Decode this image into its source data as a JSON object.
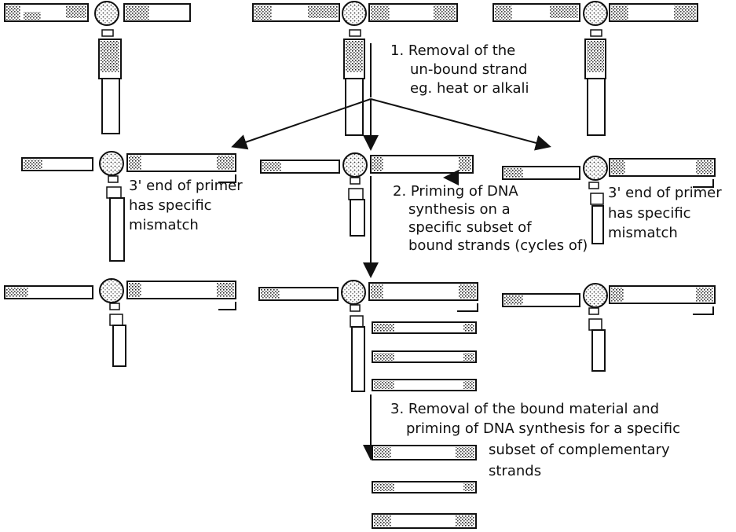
{
  "steps": {
    "step1": [
      "1. Removal of the",
      "un-bound strand",
      "eg. heat or alkali"
    ],
    "step2": [
      "2. Priming of DNA",
      "synthesis on a",
      "specific subset of",
      "bound strands (cycles of)"
    ],
    "step3": [
      "3. Removal of the bound material and",
      "priming of DNA synthesis for a specific",
      "subset of complementary",
      "strands"
    ]
  },
  "annotations": {
    "mismatch_left": [
      "3' end of primer",
      "has specific",
      "mismatch"
    ],
    "mismatch_right": [
      "3' end of primer",
      "has specific",
      "mismatch"
    ]
  },
  "colors": {
    "ink": "#111111",
    "paper": "#ffffff",
    "stipple": "#777777"
  },
  "complexes": [
    {
      "row": 1,
      "col": 1,
      "tail": "two-strand"
    },
    {
      "row": 1,
      "col": 2,
      "tail": "two-strand"
    },
    {
      "row": 1,
      "col": 3,
      "tail": "two-strand"
    },
    {
      "row": 2,
      "col": 1,
      "tail": "hooked"
    },
    {
      "row": 2,
      "col": 2,
      "tail": "primed"
    },
    {
      "row": 2,
      "col": 3,
      "tail": "hooked"
    },
    {
      "row": 3,
      "col": 1,
      "tail": "hooked"
    },
    {
      "row": 3,
      "col": 2,
      "tail": "extended"
    },
    {
      "row": 3,
      "col": 3,
      "tail": "hooked"
    }
  ]
}
